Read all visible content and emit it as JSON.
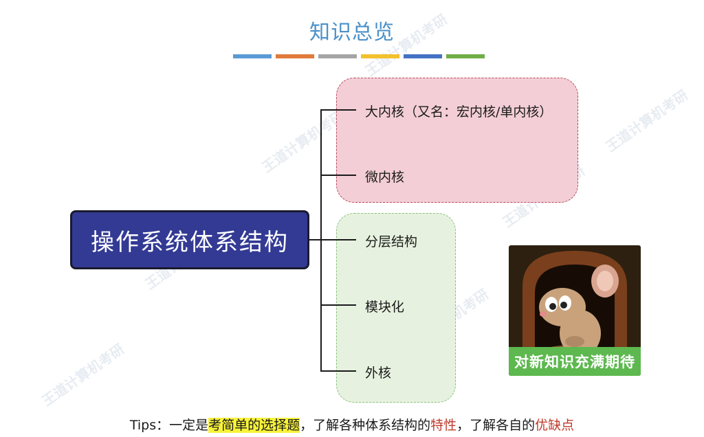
{
  "title": "知识总览",
  "color_bars": [
    "#5a9bd5",
    "#e07b39",
    "#a5a5a5",
    "#f2c12e",
    "#4472c4",
    "#70ad47"
  ],
  "main_node": "操作系统体系结构",
  "branches": [
    {
      "label": "大内核（又名：宏内核/单内核）"
    },
    {
      "label": "微内核"
    },
    {
      "label": "分层结构"
    },
    {
      "label": "模块化"
    },
    {
      "label": "外核"
    }
  ],
  "meme_caption": "对新知识充满期待",
  "tips": {
    "prefix": "Tips：一定是",
    "highlight": "考简单的选择题",
    "mid1": "，了解各种体系结构的",
    "red1": "特性",
    "mid2": "，了解各自的",
    "red2": "优缺点"
  },
  "watermark": "王道计算机考研"
}
